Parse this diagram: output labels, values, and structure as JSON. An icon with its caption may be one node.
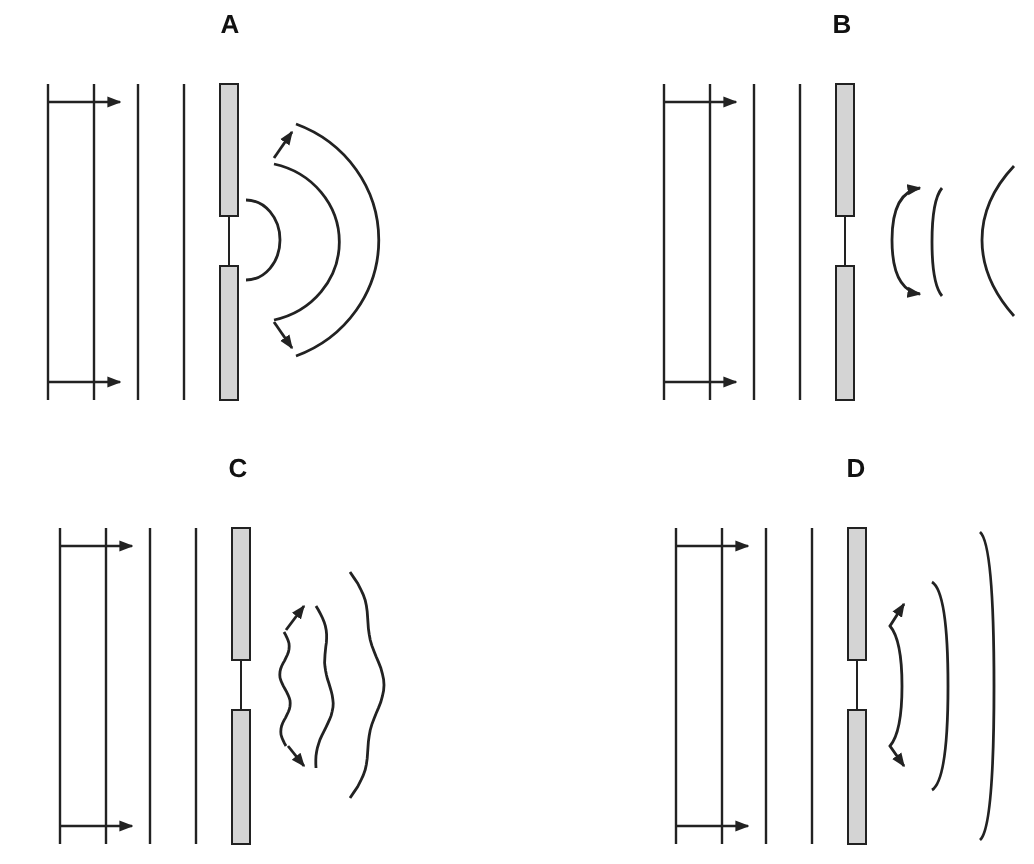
{
  "diagram": {
    "labels": [
      "A",
      "B",
      "C",
      "D"
    ]
  }
}
